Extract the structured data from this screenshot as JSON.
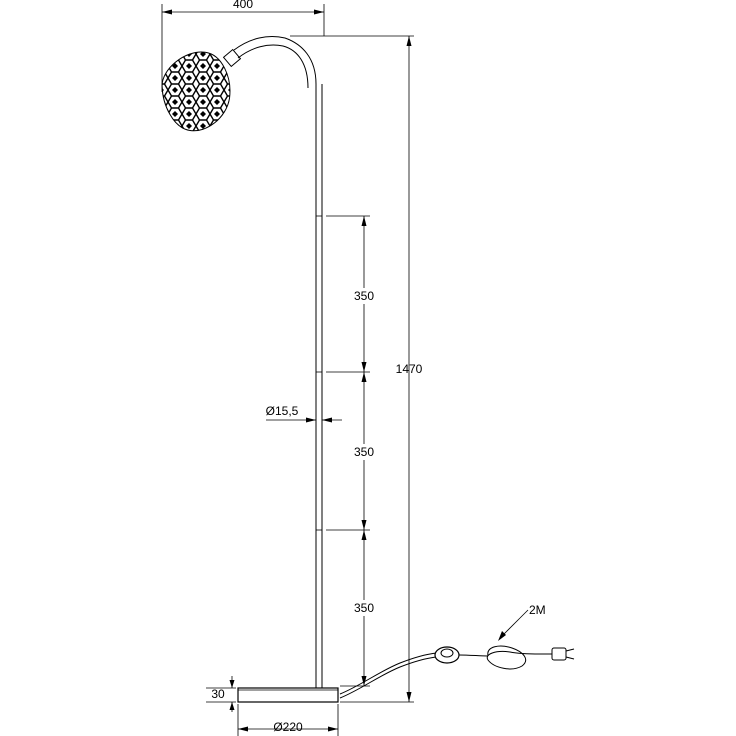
{
  "dimensions": {
    "width_label": "400",
    "height_label": "1470",
    "segment_labels": [
      "350",
      "350",
      "350"
    ],
    "tube_diameter_label": "Ø15,5",
    "base_height_label": "30",
    "base_diameter_label": "Ø220",
    "cable_length_label": "2M"
  },
  "colors": {
    "line": "#000000",
    "background": "#ffffff"
  }
}
